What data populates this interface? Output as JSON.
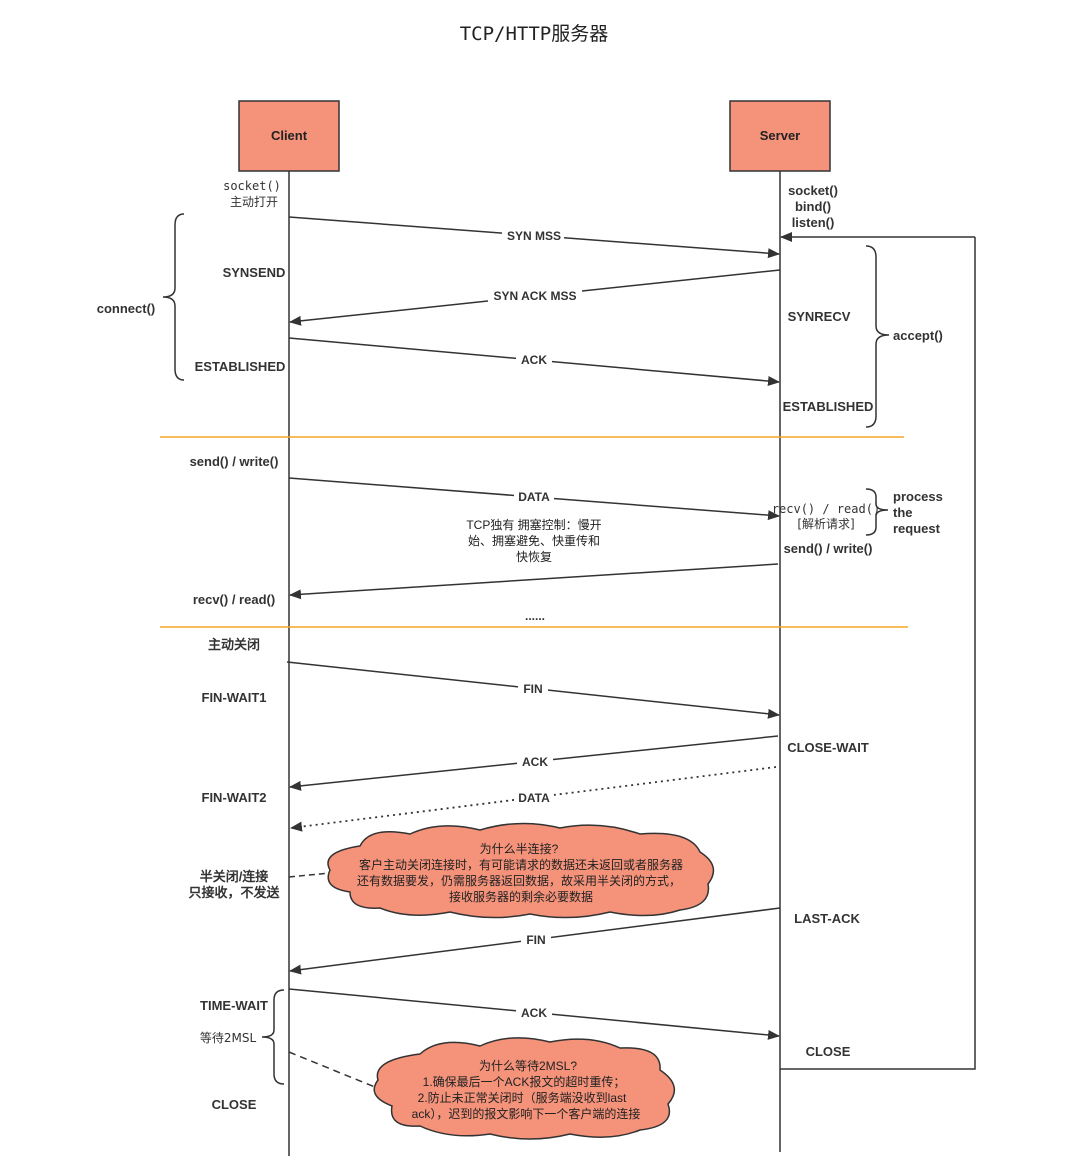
{
  "title": "TCP/HTTP服务器",
  "colors": {
    "actor_fill": "#f4927a",
    "line": "#333333",
    "divider": "#f5a623"
  },
  "client": {
    "label": "Client",
    "socket": "socket()",
    "active_open": "主动打开",
    "connect": "connect()",
    "synsend": "SYNSEND",
    "established": "ESTABLISHED",
    "send_write": "send() / write()",
    "recv_read": "recv() / read()",
    "active_close": "主动关闭",
    "fin_wait1": "FIN-WAIT1",
    "fin_wait2": "FIN-WAIT2",
    "half_close_1": "半关闭/连接",
    "half_close_2": "只接收，不发送",
    "time_wait": "TIME-WAIT",
    "wait_2msl": "等待2MSL",
    "close": "CLOSE"
  },
  "server": {
    "label": "Server",
    "socket": "socket()",
    "bind": "bind()",
    "listen": "listen()",
    "synrecv": "SYNRECV",
    "accept": "accept()",
    "established": "ESTABLISHED",
    "recv_read": "recv() / read()",
    "parse_request": "[解析请求]",
    "process_1": "process",
    "process_2": "the",
    "process_3": "request",
    "send_write": "send() / write()",
    "close_wait": "CLOSE-WAIT",
    "last_ack": "LAST-ACK",
    "close": "CLOSE"
  },
  "messages": {
    "syn": "SYN MSS",
    "syn_ack": "SYN ACK MSS",
    "ack1": "ACK",
    "data1": "DATA",
    "ellipsis": "......",
    "fin1": "FIN",
    "ack2": "ACK",
    "data2": "DATA",
    "fin2": "FIN",
    "ack3": "ACK"
  },
  "notes": {
    "tcp_only_1": "TCP独有 拥塞控制：慢开",
    "tcp_only_2": "始、拥塞避免、快重传和",
    "tcp_only_3": "快恢复",
    "half_q_1": "为什么半连接?",
    "half_q_2": "客户主动关闭连接时，有可能请求的数据还未返回或者服务器",
    "half_q_3": "还有数据要发，仍需服务器返回数据，故采用半关闭的方式，",
    "half_q_4": "接收服务器的剩余必要数据",
    "msl_q_1": "为什么等待2MSL?",
    "msl_q_2": "1.确保最后一个ACK报文的超时重传；",
    "msl_q_3": "2.防止未正常关闭时（服务端没收到last",
    "msl_q_4": "ack），迟到的报文影响下一个客户端的连接"
  }
}
